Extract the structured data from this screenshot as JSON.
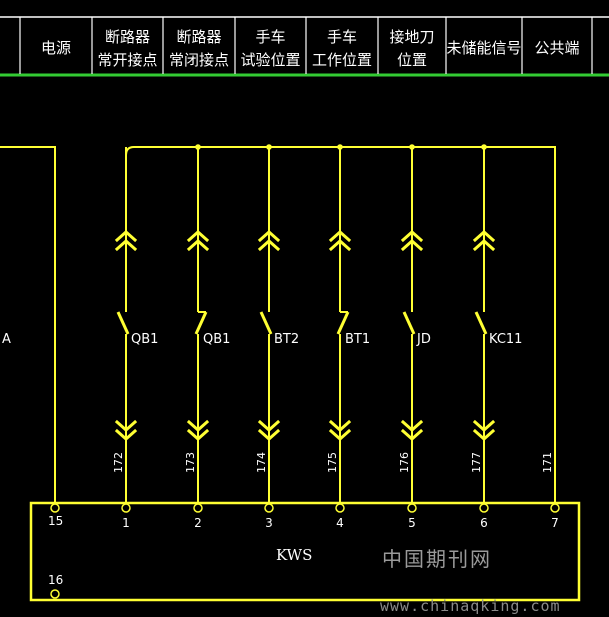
{
  "colors": {
    "background": "#000000",
    "wire": "#ffff33",
    "header_line": "#ffffff",
    "header_separator": "#33cc33",
    "text": "#ffffff"
  },
  "header": {
    "columns": [
      [
        "电源"
      ],
      [
        "断路器",
        "常开接点"
      ],
      [
        "断路器",
        "常闭接点"
      ],
      [
        "手车",
        "试验位置"
      ],
      [
        "手车",
        "工作位置"
      ],
      [
        "接地刀",
        "位置"
      ],
      [
        "未储能信号"
      ],
      [
        "公共端"
      ]
    ]
  },
  "left_label": "A",
  "branches": [
    {
      "contact": "QB1",
      "wire": "172",
      "pin": "1"
    },
    {
      "contact": "QB1",
      "wire": "173",
      "pin": "2"
    },
    {
      "contact": "BT2",
      "wire": "174",
      "pin": "3"
    },
    {
      "contact": "BT1",
      "wire": "175",
      "pin": "4"
    },
    {
      "contact": "JD",
      "wire": "176",
      "pin": "5"
    },
    {
      "contact": "KC11",
      "wire": "177",
      "pin": "6"
    }
  ],
  "common": {
    "wire": "171",
    "pin": "7"
  },
  "power_pin": "15",
  "extra_pin": "16",
  "module_name": "KWS",
  "watermark": {
    "title": "中国期刊网",
    "url": "www.chinaqking.com"
  }
}
